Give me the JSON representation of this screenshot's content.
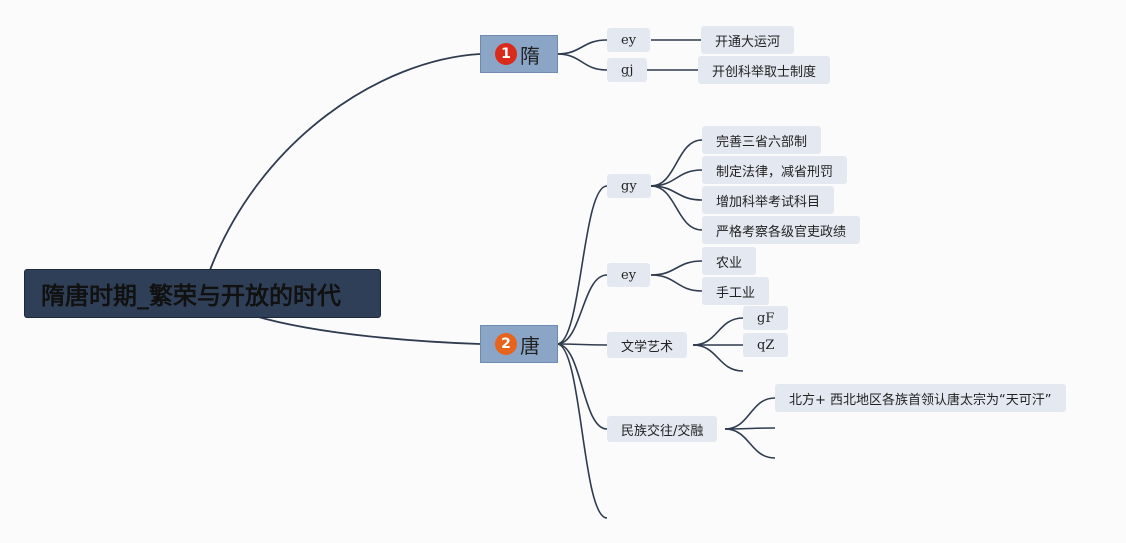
{
  "root": {
    "label": "隋唐时期_繁荣与开放的时代"
  },
  "sui": {
    "number": "1",
    "label": "隋",
    "badge_color": "#d92b1c",
    "branches": [
      {
        "label": "ey",
        "children": [
          "开通大运河"
        ]
      },
      {
        "label": "gj",
        "children": [
          "开创科举取士制度"
        ]
      }
    ]
  },
  "tang": {
    "number": "2",
    "label": "唐",
    "badge_color": "#e7641f",
    "branches": [
      {
        "label": "gy",
        "children": [
          "完善三省六部制",
          "制定法律，减省刑罚",
          "增加科举考试科目",
          "严格考察各级官吏政绩"
        ]
      },
      {
        "label": "ey",
        "children": [
          "农业",
          "手工业"
        ]
      },
      {
        "label": "文学艺术",
        "children": [
          "gF",
          "qZ"
        ]
      },
      {
        "label": "民族交往/交融",
        "children": [
          "北方+ 西北地区各族首领认唐太宗为“天可汗”"
        ]
      }
    ]
  },
  "colors": {
    "line": "#2f3b4f",
    "node_fill": "#e4e9f1",
    "main_fill": "#8aa5c6",
    "root_fill": "#2f3f57"
  }
}
